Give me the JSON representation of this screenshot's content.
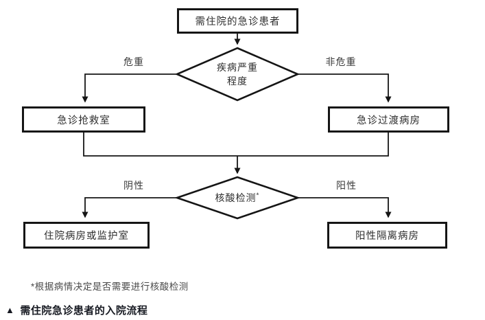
{
  "flowchart": {
    "start_box": "需住院的急诊患者",
    "decision_severity_line1": "疾病严重",
    "decision_severity_line2": "程度",
    "branch_critical": "危重",
    "branch_noncritical": "非危重",
    "box_resuscitation_room": "急诊抢救室",
    "box_transition_ward": "急诊过渡病房",
    "decision_test": "核酸检测",
    "decision_test_asterisk": "*",
    "branch_negative": "阴性",
    "branch_positive": "阳性",
    "box_inpatient_ward": "住院病房或监护室",
    "box_isolation_ward": "阳性隔离病房"
  },
  "footnote": "*根据病情决定是否需要进行核酸检测",
  "caption": {
    "marker": "▲",
    "text": "需住院急诊患者的入院流程"
  },
  "colors": {
    "line": "#151515",
    "node_border": "#151515",
    "text": "#2e2e2e",
    "caption_text": "#171a22",
    "background": "#ffffff"
  }
}
